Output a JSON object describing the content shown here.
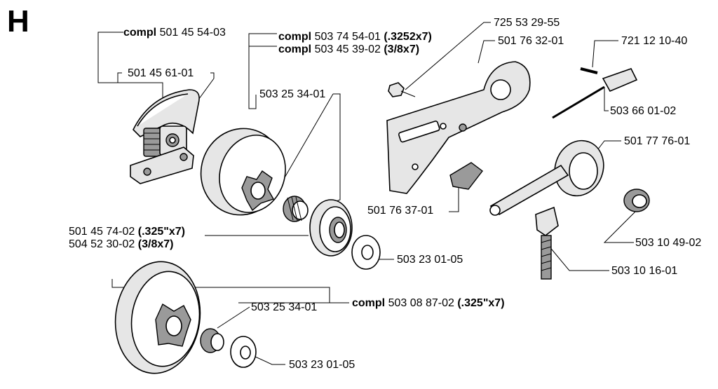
{
  "section": "H",
  "labels": {
    "clutch_compl": {
      "bold": "compl",
      "num": "501 45 54-03",
      "suffix": ""
    },
    "clutch_shoe": {
      "bold": "",
      "num": "501 45 61-01",
      "suffix": ""
    },
    "drum_compl_a": {
      "bold": "compl",
      "num": "503 74 54-01",
      "suffix": "(.3252x7)"
    },
    "drum_compl_b": {
      "bold": "compl",
      "num": "503 45 39-02",
      "suffix": "(3/8x7)"
    },
    "needle_bearing_1": {
      "bold": "",
      "num": "503 25 34-01",
      "suffix": ""
    },
    "screw": {
      "bold": "",
      "num": "725 53 29-55",
      "suffix": ""
    },
    "plate": {
      "bold": "",
      "num": "501 76 32-01",
      "suffix": ""
    },
    "pin": {
      "bold": "",
      "num": "721 12 10-40",
      "suffix": ""
    },
    "adjuster": {
      "bold": "",
      "num": "503 66 01-02",
      "suffix": ""
    },
    "pump": {
      "bold": "",
      "num": "501 77 76-01",
      "suffix": ""
    },
    "guide": {
      "bold": "",
      "num": "501 76 37-01",
      "suffix": ""
    },
    "rim_a": {
      "bold": "",
      "num": "501 45 74-02",
      "suffix": "(.325\"x7)"
    },
    "rim_b": {
      "bold": "",
      "num": "504 52 30-02",
      "suffix": "(3/8x7)"
    },
    "spring": {
      "bold": "",
      "num": "503 10 49-02",
      "suffix": ""
    },
    "washer_1": {
      "bold": "",
      "num": "503 23 01-05",
      "suffix": ""
    },
    "worm": {
      "bold": "",
      "num": "503 10 16-01",
      "suffix": ""
    },
    "drum2_compl": {
      "bold": "compl",
      "num": "503 08 87-02",
      "suffix": "(.325\"x7)"
    },
    "needle_bearing_2": {
      "bold": "",
      "num": "503 25 34-01",
      "suffix": ""
    },
    "washer_2": {
      "bold": "",
      "num": "503 23 01-05",
      "suffix": ""
    }
  }
}
